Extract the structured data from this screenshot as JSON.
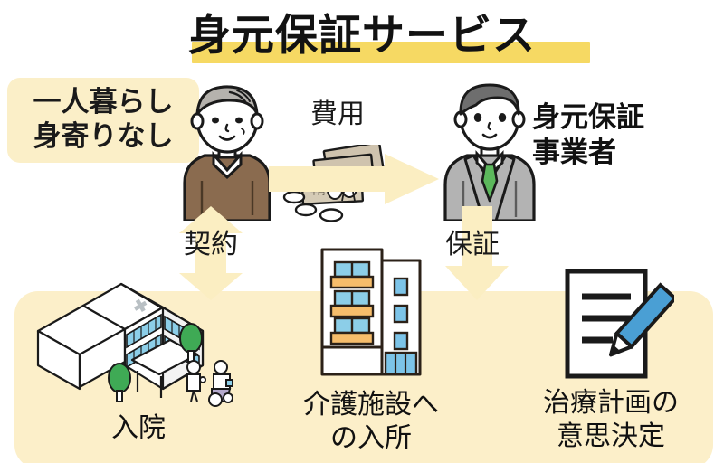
{
  "title": {
    "text": "身元保証サービス",
    "highlight_color": "#f6d963"
  },
  "left_label": {
    "line1": "一人暮らし",
    "line2": "身寄りなし",
    "bg_color": "#fbefc8"
  },
  "right_label": {
    "line1": "身元保証",
    "line2": "事業者"
  },
  "people": {
    "elder": {
      "name": "elderly-person",
      "hair_color": "#b5b2ad",
      "clothing_color": "#8a6b4f",
      "skin_color": "#ffffff"
    },
    "business": {
      "name": "business-operator",
      "hair_color": "#6e6e6e",
      "suit_color": "#b3b3b3",
      "tie_color": "#5cb85c"
    }
  },
  "arrows": {
    "fee": {
      "label": "費用",
      "direction": "right",
      "color": "#fbeec2"
    },
    "contract": {
      "label": "契約",
      "direction": "up-down",
      "color": "#fbeec2"
    },
    "guarantee": {
      "label": "保証",
      "direction": "down",
      "color": "#fbeec2"
    }
  },
  "money": {
    "name": "banknotes-and-coins",
    "note_color": "#c9bda8",
    "coin_color": "#ffffff"
  },
  "panel": {
    "bg_color": "#fcefc9"
  },
  "services": [
    {
      "icon": "hospital-building-icon",
      "caption_line1": "入院",
      "caption_line2": "",
      "window_color": "#8ccee8",
      "tree_color": "#3faa55"
    },
    {
      "icon": "care-facility-building-icon",
      "caption_line1": "介護施設へ",
      "caption_line2": "の入所",
      "window_color": "#7cc4e8",
      "balcony_color": "#f6bd6b"
    },
    {
      "icon": "document-with-pencil-icon",
      "caption_line1": "治療計画の",
      "caption_line2": "意思決定",
      "pencil_color": "#4a9fd4",
      "paper_color": "#ffffff"
    }
  ]
}
